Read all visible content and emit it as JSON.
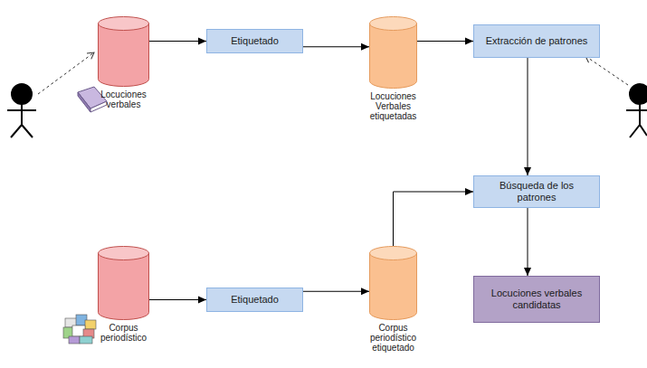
{
  "diagram": {
    "nodes": [
      {
        "text": [
          "Locuciones verbales"
        ]
      },
      {
        "text": [
          "Etiquetado"
        ]
      },
      {
        "text": [
          "Locuciones Verbales etiquetadas"
        ]
      },
      {
        "text": [
          "Extracción de patrones"
        ]
      },
      {
        "text": [
          "Búsqueda de los patrones"
        ]
      },
      {
        "text": [
          "Locuciones verbales candidatas"
        ]
      },
      {
        "text": [
          "Corpus periodístico"
        ]
      },
      {
        "text": [
          "Etiquetado"
        ]
      },
      {
        "text": [
          "Corpus periodístico etiquetado"
        ]
      }
    ],
    "edges": [
      {
        "from": 0,
        "to": 1,
        "arrow": "to"
      },
      {
        "from": 1,
        "to": 2,
        "arrow": "to"
      },
      {
        "from": 2,
        "to": 3,
        "arrow": "to"
      },
      {
        "from": 3,
        "to": 4,
        "arrow": "to"
      },
      {
        "from": 4,
        "to": 5,
        "arrow": "to"
      },
      {
        "from": 6,
        "to": 7,
        "arrow": "to"
      },
      {
        "from": 7,
        "to": 8,
        "arrow": "to"
      },
      {
        "from": 8,
        "to": 4,
        "arrow": "to"
      }
    ]
  }
}
